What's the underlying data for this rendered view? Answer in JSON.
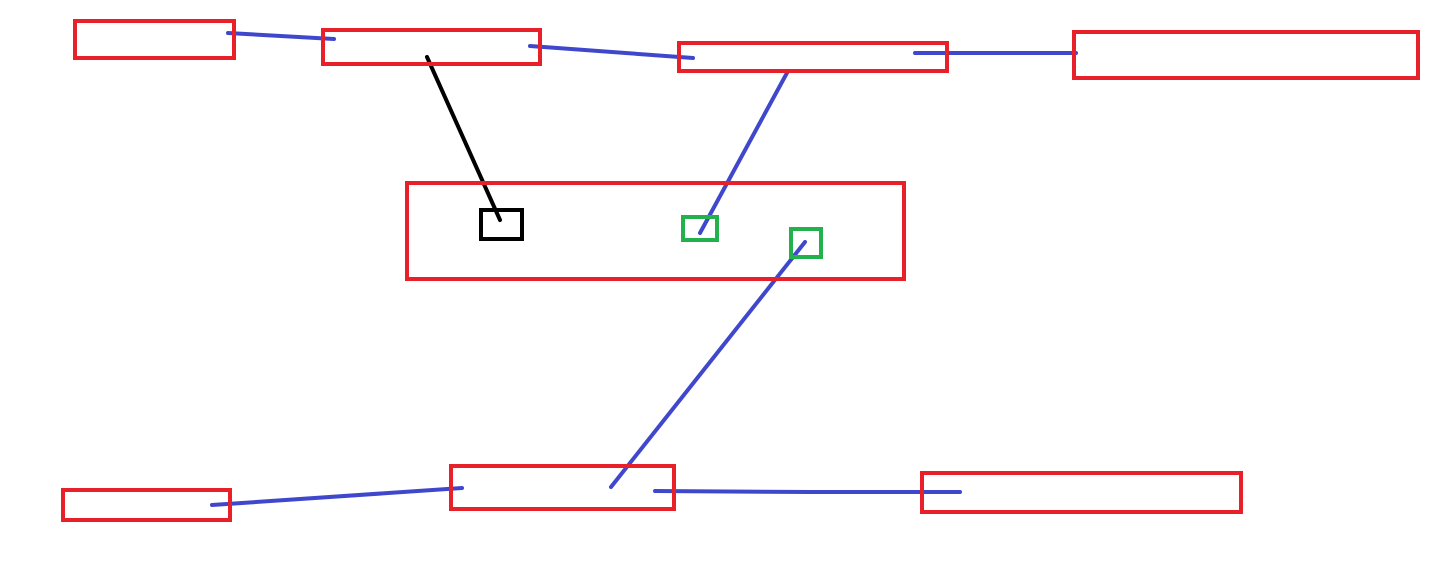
{
  "colors": {
    "background": "#ffffff",
    "red_box": "#e8202a",
    "blue_line": "#3f48cc",
    "black": "#000000",
    "green_box": "#22b14c"
  },
  "boxes": [
    {
      "name": "box-top-1",
      "color": "red"
    },
    {
      "name": "box-top-2",
      "color": "red"
    },
    {
      "name": "box-top-3",
      "color": "red"
    },
    {
      "name": "box-top-4",
      "color": "red"
    },
    {
      "name": "box-center-large",
      "color": "red"
    },
    {
      "name": "box-bottom-1",
      "color": "red"
    },
    {
      "name": "box-bottom-2",
      "color": "red"
    },
    {
      "name": "box-bottom-3",
      "color": "red"
    },
    {
      "name": "box-center-inner-black",
      "color": "black"
    },
    {
      "name": "box-center-inner-green-1",
      "color": "green"
    },
    {
      "name": "box-center-inner-green-2",
      "color": "green"
    }
  ],
  "connectors": [
    {
      "name": "connector-top-1-to-top-2",
      "color": "blue"
    },
    {
      "name": "connector-top-2-to-top-3",
      "color": "blue"
    },
    {
      "name": "connector-top-3-to-top-4",
      "color": "blue"
    },
    {
      "name": "connector-top-2-to-black-box",
      "color": "black"
    },
    {
      "name": "connector-top-3-to-green-box-1",
      "color": "blue"
    },
    {
      "name": "connector-green-box-2-to-bottom-2",
      "color": "blue"
    },
    {
      "name": "connector-bottom-1-to-bottom-2",
      "color": "blue"
    },
    {
      "name": "connector-bottom-2-to-bottom-3",
      "color": "blue"
    }
  ]
}
